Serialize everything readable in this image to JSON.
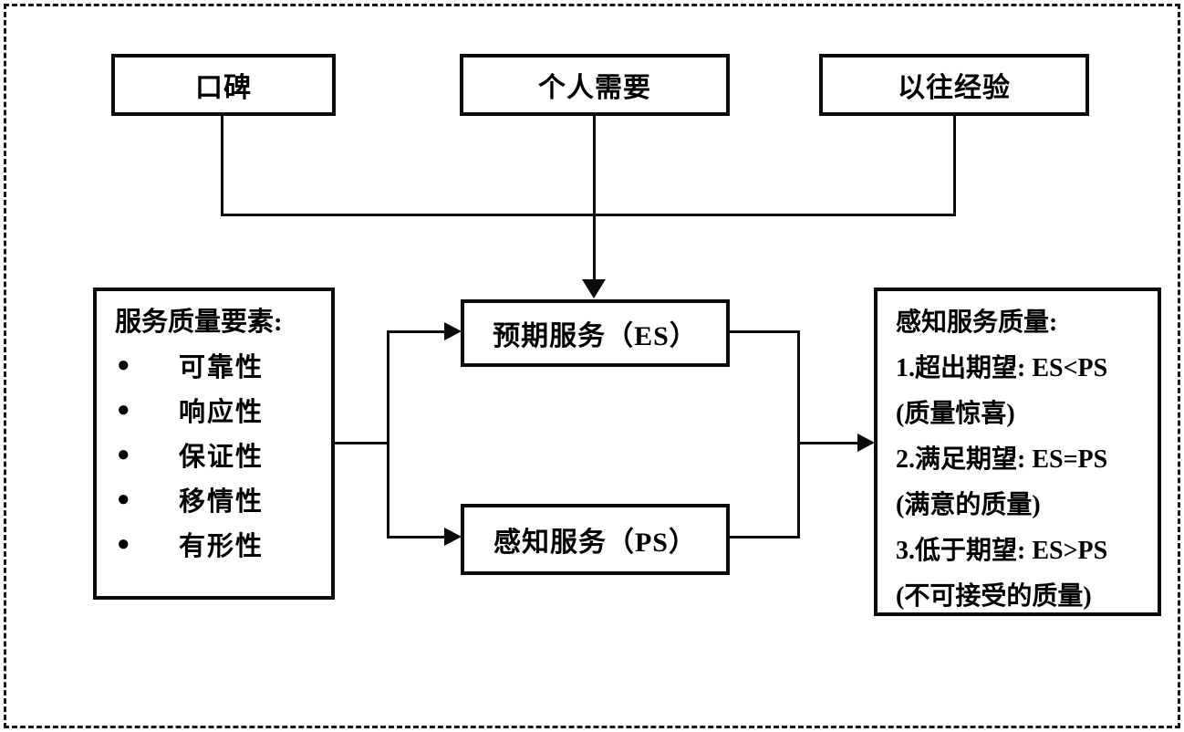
{
  "diagram": {
    "top_boxes": [
      {
        "label": "口碑"
      },
      {
        "label": "个人需要"
      },
      {
        "label": "以往经验"
      }
    ],
    "middle_boxes": [
      {
        "label": "预期服务（ES）"
      },
      {
        "label": "感知服务（PS）"
      }
    ],
    "left_box": {
      "title": "服务质量要素:",
      "bullet": "●",
      "items": [
        "可靠性",
        "响应性",
        "保证性",
        "移情性",
        "有形性"
      ]
    },
    "right_box": {
      "title": "感知服务质量:",
      "lines": [
        "1.超出期望: ES<PS",
        "(质量惊喜)",
        "2.满足期望: ES=PS",
        "(满意的质量)",
        "3.低于期望: ES>PS",
        "(不可接受的质量)"
      ]
    },
    "colors": {
      "line": "#0b0b0b",
      "background": "#ffffff",
      "text": "#000000"
    }
  }
}
